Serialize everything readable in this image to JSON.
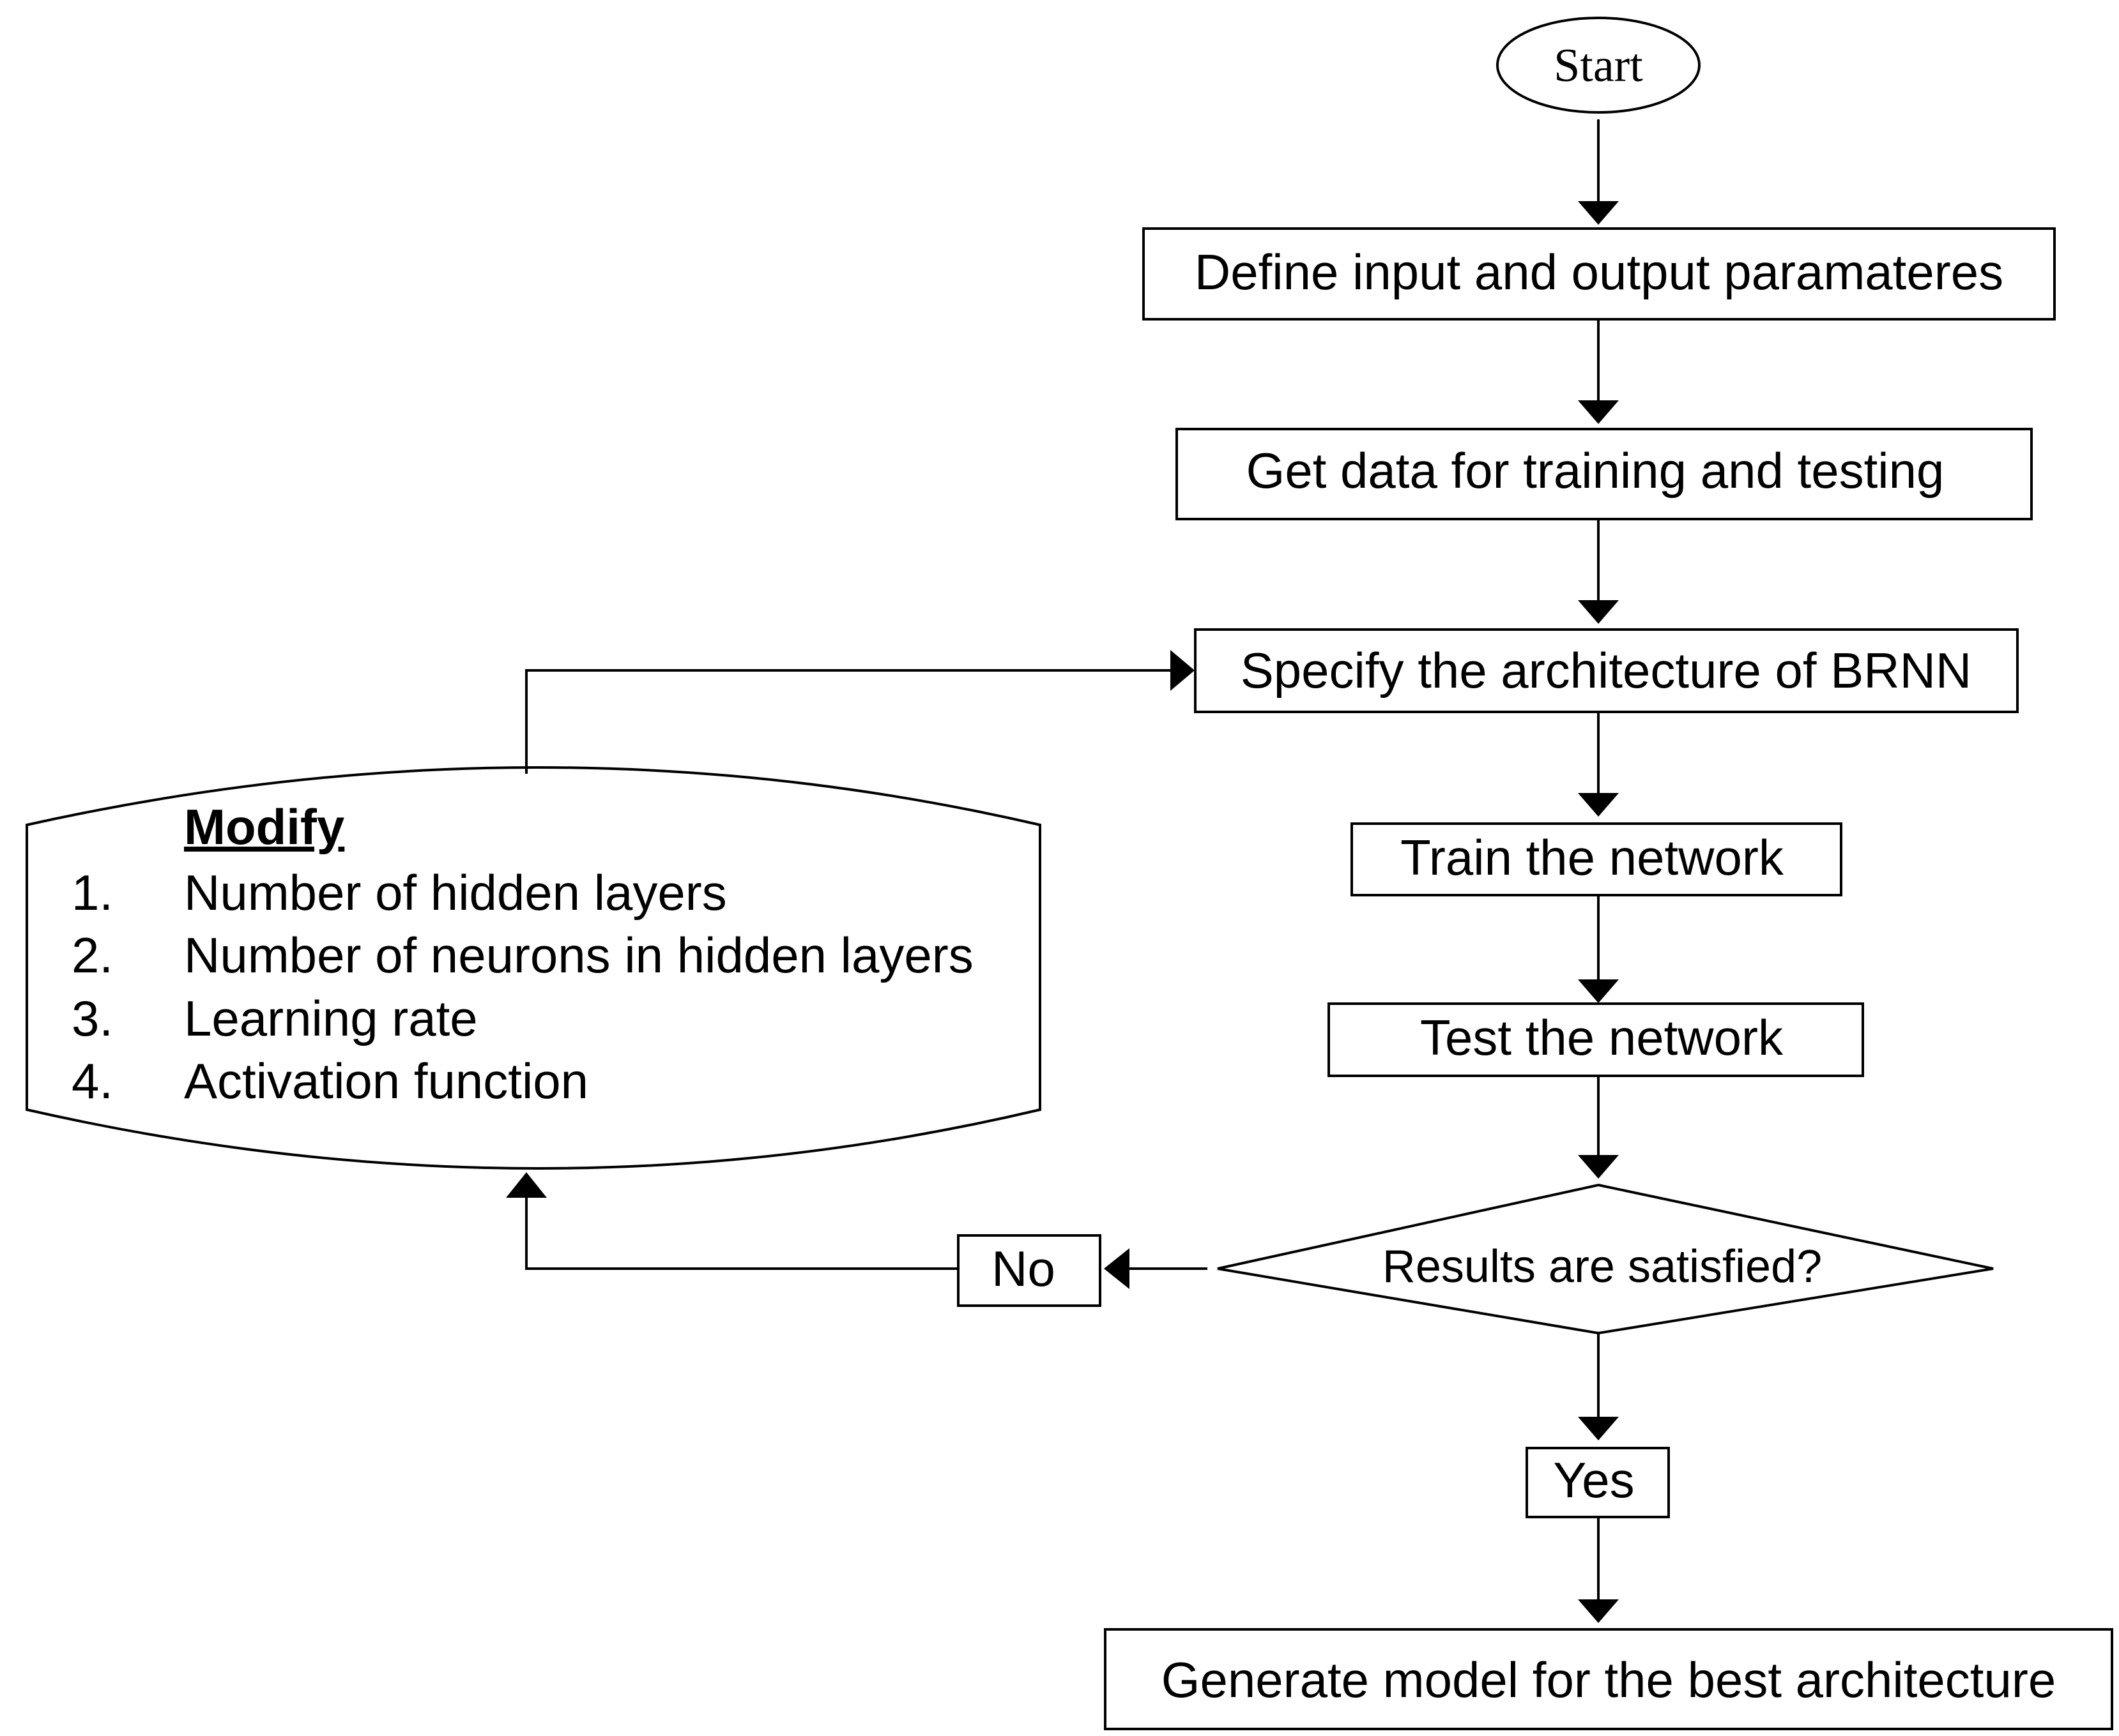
{
  "start": "Start",
  "steps": {
    "define": "Define input and output paramateres",
    "get_data": "Get data for training and testing",
    "specify": "Specify the architecture of BRNN",
    "train": "Train the network",
    "test": "Test the network",
    "decision": "Results are satisfied?",
    "yes": "Yes",
    "no": "No",
    "generate": "Generate model for the best architecture"
  },
  "modify": {
    "title": "Modify",
    "items": [
      {
        "num": "1.",
        "text": "Number of hidden layers"
      },
      {
        "num": "2.",
        "text": "Number of neurons in hidden layers"
      },
      {
        "num": "3.",
        "text": "Learning rate"
      },
      {
        "num": "4.",
        "text": "Activation function"
      }
    ]
  }
}
